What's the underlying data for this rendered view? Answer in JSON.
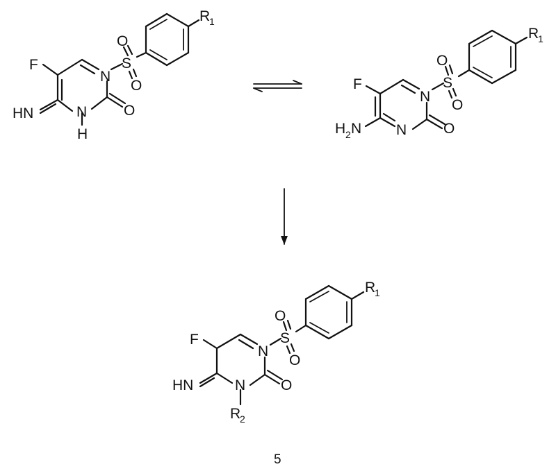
{
  "atoms": {
    "F": "F",
    "N": "N",
    "S": "S",
    "O": "O",
    "H": "H",
    "HN": "HN",
    "H2N_H": "H",
    "H2N_sub": "2",
    "H2N_N": "N",
    "R": "R",
    "sub1": "1",
    "sub2": "2"
  },
  "compound_label": "5",
  "colors": {
    "ink": "#111111",
    "background": "#ffffff"
  }
}
